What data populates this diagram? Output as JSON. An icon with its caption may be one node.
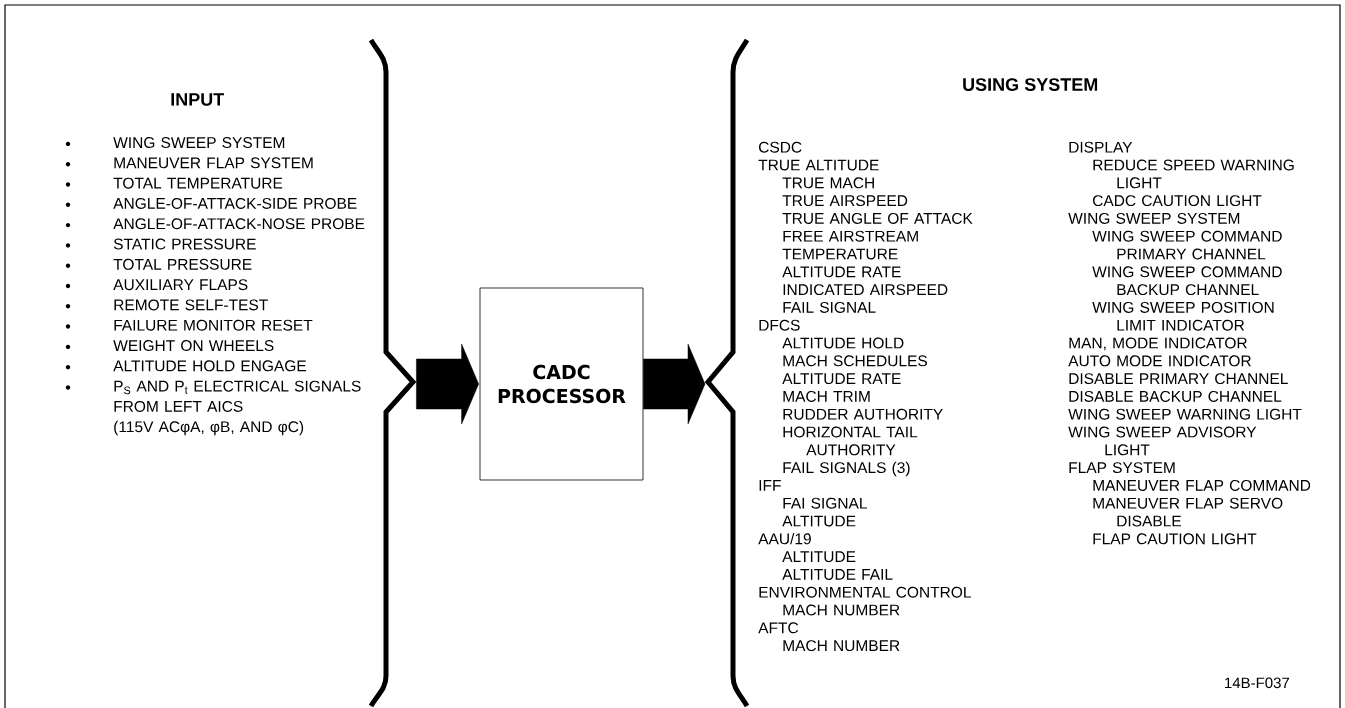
{
  "diagram": {
    "nodes": [
      {
        "text": [
          "INPUT",
          "WING SWEEP SYSTEM",
          "MANEUVER FLAP SYSTEM",
          "TOTAL TEMPERATURE",
          "ANGLE-OF-ATTACK-SIDE PROBE",
          "ANGLE-OF-ATTACK-NOSE PROBE",
          "STATIC PRESSURE",
          "TOTAL PRESSURE",
          "AUXILIARY FLAPS",
          "REMOTE SELF-TEST",
          "FAILURE MONITOR RESET",
          "WEIGHT ON WHEELS",
          "ALTITUDE HOLD ENGAGE",
          "P$_{S}$ AND P$_{t}$ ELECTRICAL SIGNALS FROM LEFT AICS",
          "(115V ACφA, φB, AND φC)"
        ]
      },
      {
        "text": [
          "CADC PROCESSOR"
        ]
      },
      {
        "text": [
          "USING SYSTEM",
          "CSDC",
          "TRUE ALTITUDE",
          "TRUE MACH",
          "TRUE AIRSPEED",
          "TRUE ANGLE OF ATTACK",
          "FREE AIRSTREAM",
          "TEMPERATURE",
          "ALTITUDE RATE",
          "INDICATED AIRSPEED",
          "FAIL SIGNAL",
          "DFCS",
          "ALTITUDE HOLD",
          "MACH SCHEDULES",
          "ALTITUDE RATE",
          "MACH TRIM",
          "RUDDER AUTHORITY",
          "HORIZONTAL TAIL AUTHORITY",
          "FAIL SIGNALS (3)",
          "IFF",
          "FAI SIGNAL",
          "ALTITUDE",
          "AAU/19",
          "ALTITUDE",
          "ALTITUDE FAIL",
          "ENVIRONMENTAL CONTROL",
          "MACH NUMBER",
          "AFTC",
          "MACH NUMBER",
          "DISPLAY",
          "REDUCE SPEED WARNING LIGHT",
          "CADC CAUTION LIGHT",
          "WING SWEEP SYSTEM",
          "WING SWEEP COMMAND PRIMARY CHANNEL",
          "WING SWEEP COMMAND BACKUP CHANNEL",
          "WING SWEEP POSITION LIMIT INDICATOR",
          "MAN, MODE INDICATOR",
          "AUTO MODE INDICATOR",
          "DISABLE PRIMARY CHANNEL",
          "DISABLE BACKUP CHANNEL",
          "WING SWEEP WARNING LIGHT",
          "WING SWEEP ADVISORY LIGHT",
          "FLAP SYSTEM",
          "MANEUVER FLAP COMMAND",
          "MANEUVER FLAP SERVO DISABLE",
          "FLAP CAUTION LIGHT"
        ]
      }
    ],
    "edges": [
      {
        "from": 0,
        "to": 1,
        "arrow": "to"
      },
      {
        "from": 1,
        "to": 2,
        "arrow": "to"
      }
    ],
    "labels": [
      "14B-F037"
    ]
  }
}
